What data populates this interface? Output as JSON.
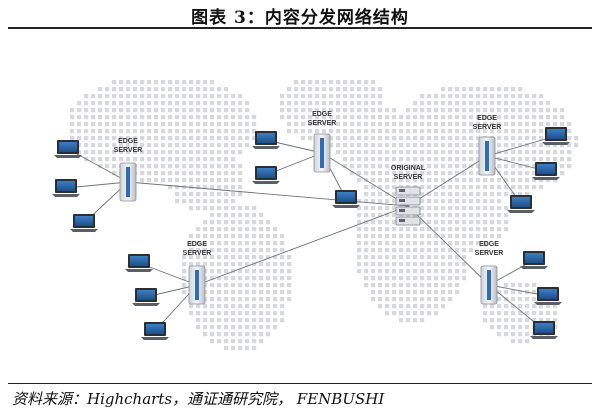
{
  "header": {
    "title": "图表 3：内容分发网络结构"
  },
  "diagram": {
    "servers": [
      {
        "id": "edge-left",
        "label_line1": "EDGE",
        "label_line2": "SERVER",
        "type": "edge"
      },
      {
        "id": "edge-top-center",
        "label_line1": "EDGE",
        "label_line2": "SERVER",
        "type": "edge"
      },
      {
        "id": "edge-top-right",
        "label_line1": "EDGE",
        "label_line2": "SERVER",
        "type": "edge"
      },
      {
        "id": "edge-bottom-center",
        "label_line1": "EDGE",
        "label_line2": "SERVER",
        "type": "edge"
      },
      {
        "id": "edge-bottom-right",
        "label_line1": "EDGE",
        "label_line2": "SERVER",
        "type": "edge"
      },
      {
        "id": "origin",
        "label_line1": "ORIGINAL",
        "label_line2": "SERVER",
        "type": "origin"
      }
    ],
    "clients_per_edge": 3
  },
  "footer": {
    "source": "资料来源：Highcharts，通证通研究院，  FENBUSHI"
  }
}
